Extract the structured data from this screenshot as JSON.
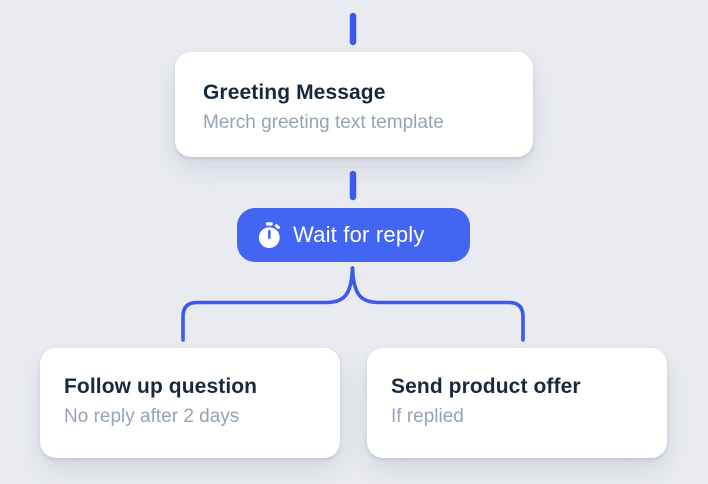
{
  "theme": {
    "canvas-bg": "#e9ebf0",
    "card-bg": "#ffffff",
    "title-color": "#18293e",
    "subtitle-color": "#94a3b8",
    "pill-bg": "#4365f3",
    "pill-text": "#ffffff",
    "line-color": "#3b58f2"
  },
  "flow": {
    "greeting": {
      "title": "Greeting Message",
      "subtitle": "Merch greeting text template"
    },
    "wait": {
      "label": "Wait for reply",
      "icon": "stopwatch-icon"
    },
    "branches": [
      {
        "title": "Follow up question",
        "subtitle": "No reply after 2 days"
      },
      {
        "title": "Send product offer",
        "subtitle": "If replied"
      }
    ]
  }
}
